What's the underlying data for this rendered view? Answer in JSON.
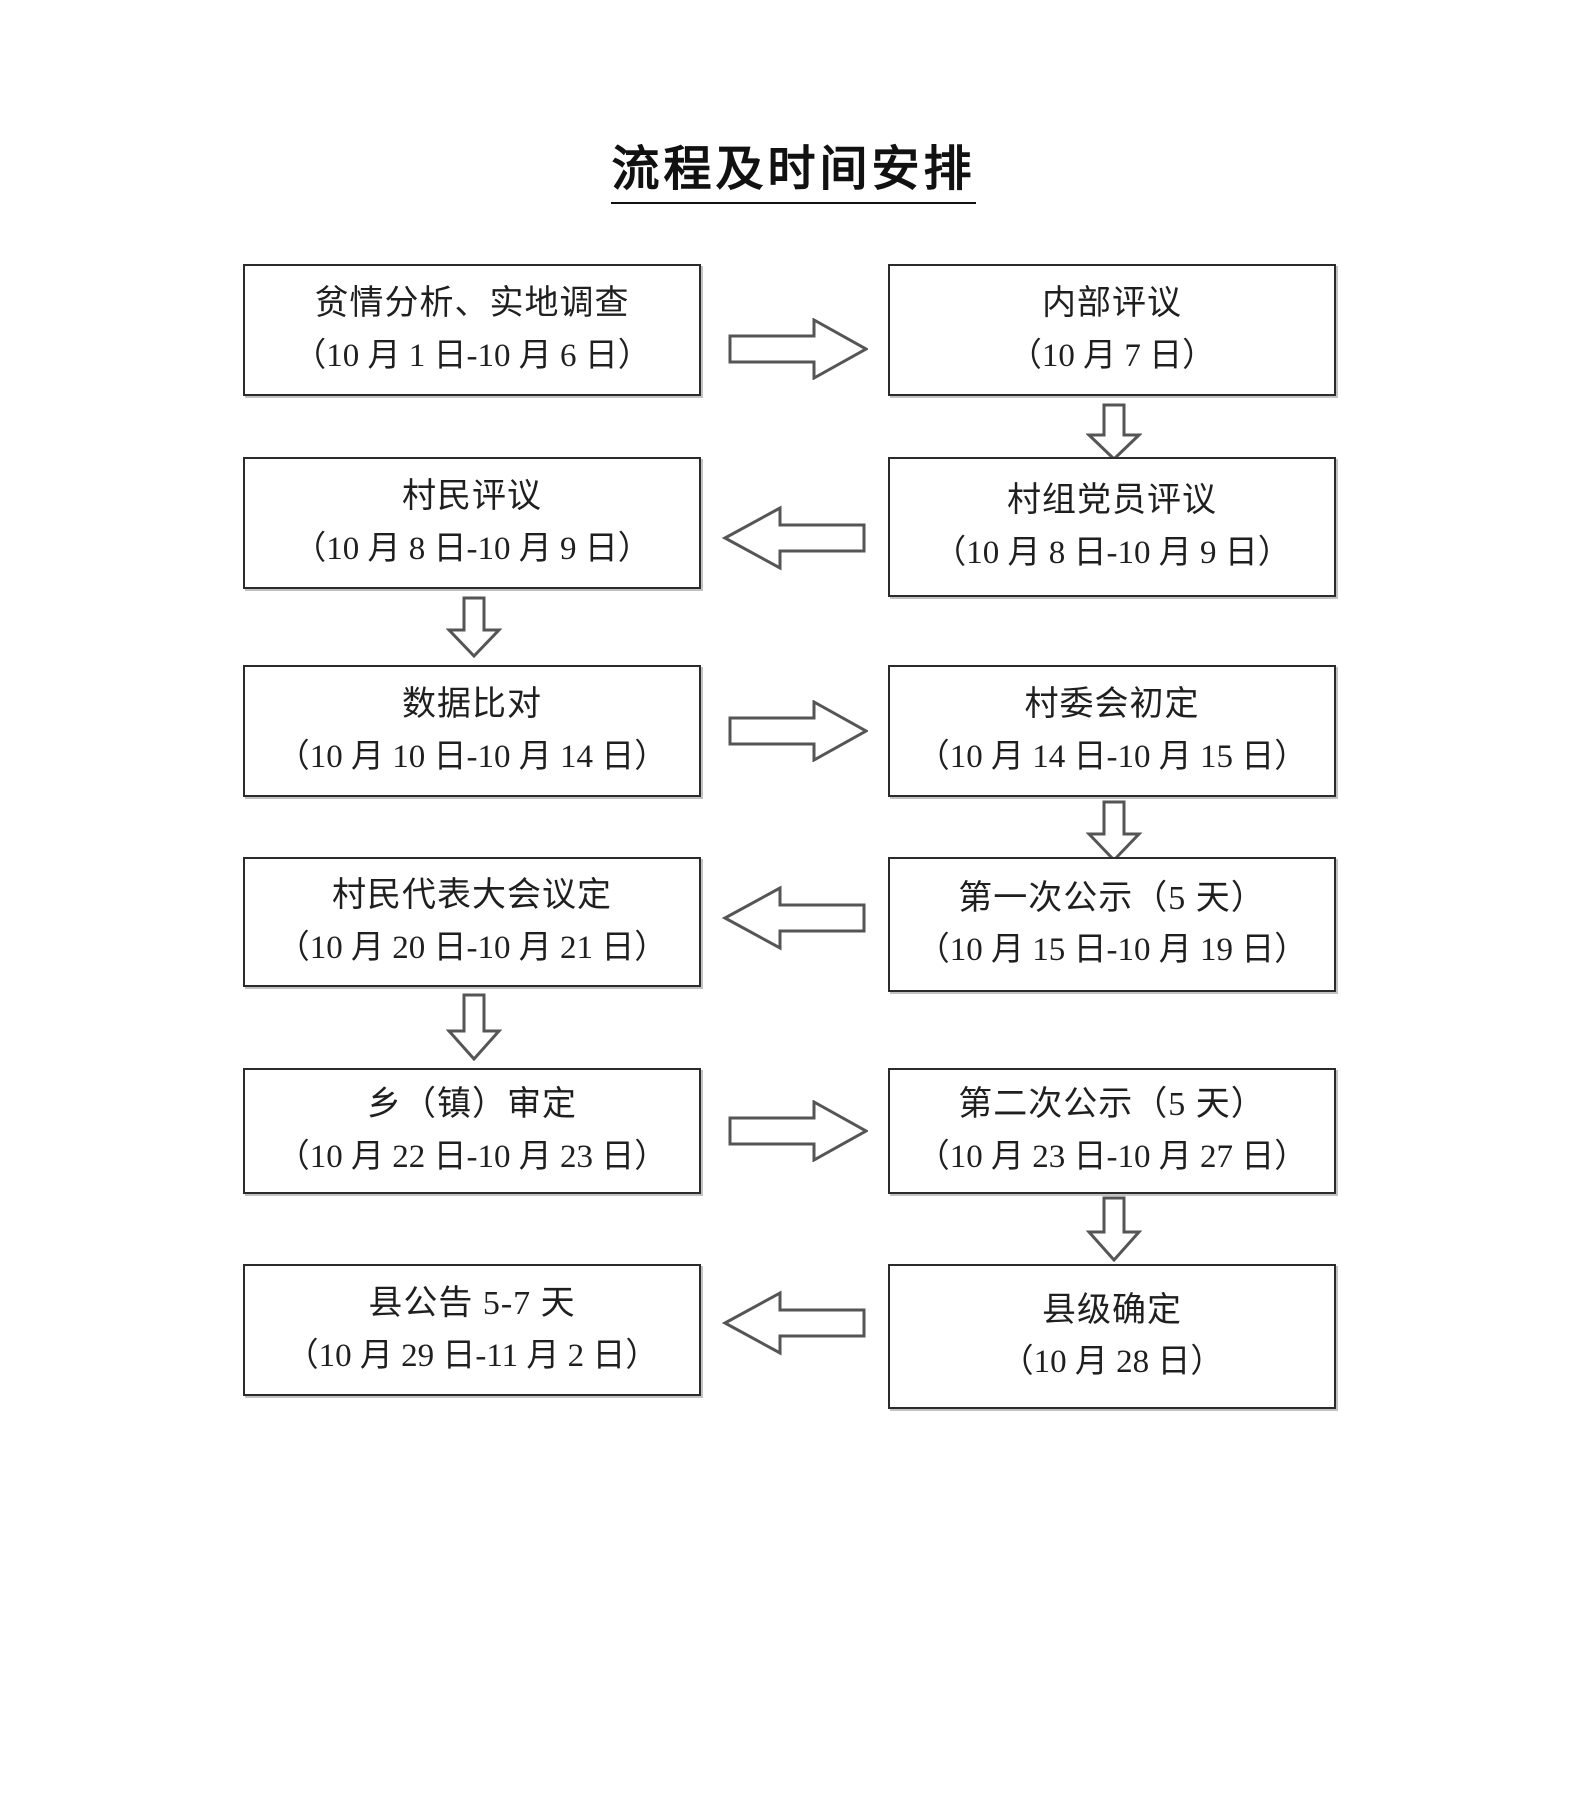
{
  "page": {
    "title": "流程及时间安排",
    "background_color": "#ffffff",
    "box_border_color": "#2b2b2b",
    "arrow_stroke_color": "#555555"
  },
  "flow": {
    "nodes": [
      {
        "id": "node-1",
        "column": "left",
        "row": 1,
        "label": "贫情分析、实地调查",
        "date": "（10 月 1 日-10 月 6 日）"
      },
      {
        "id": "node-2",
        "column": "right",
        "row": 1,
        "label": "内部评议",
        "date": "（10 月 7 日）"
      },
      {
        "id": "node-3",
        "column": "left",
        "row": 2,
        "label": "村民评议",
        "date": "（10 月 8 日-10 月 9 日）"
      },
      {
        "id": "node-4",
        "column": "right",
        "row": 2,
        "label": "村组党员评议",
        "date": "（10 月 8 日-10 月 9 日）"
      },
      {
        "id": "node-5",
        "column": "left",
        "row": 3,
        "label": "数据比对",
        "date": "（10 月 10 日-10 月 14 日）"
      },
      {
        "id": "node-6",
        "column": "right",
        "row": 3,
        "label": "村委会初定",
        "date": "（10 月 14 日-10 月 15 日）"
      },
      {
        "id": "node-7",
        "column": "left",
        "row": 4,
        "label": "村民代表大会议定",
        "date": "（10 月 20 日-10 月 21 日）"
      },
      {
        "id": "node-8",
        "column": "right",
        "row": 4,
        "label": "第一次公示（5 天）",
        "date": "（10 月 15 日-10 月 19 日）"
      },
      {
        "id": "node-9",
        "column": "left",
        "row": 5,
        "label": "乡（镇）审定",
        "date": "（10 月 22 日-10 月 23 日）"
      },
      {
        "id": "node-10",
        "column": "right",
        "row": 5,
        "label": "第二次公示（5 天）",
        "date": "（10 月 23 日-10 月 27 日）"
      },
      {
        "id": "node-11",
        "column": "left",
        "row": 6,
        "label": "县公告 5-7 天",
        "date": "（10 月 29 日-11 月 2 日）"
      },
      {
        "id": "node-12",
        "column": "right",
        "row": 6,
        "label": "县级确定",
        "date": "（10 月 28 日）"
      }
    ],
    "connectors": [
      {
        "id": "arrow-1",
        "from": "node-1",
        "to": "node-2",
        "direction": "right"
      },
      {
        "id": "arrow-2",
        "from": "node-2",
        "to": "node-4",
        "direction": "down"
      },
      {
        "id": "arrow-3",
        "from": "node-4",
        "to": "node-3",
        "direction": "left"
      },
      {
        "id": "arrow-4",
        "from": "node-3",
        "to": "node-5",
        "direction": "down"
      },
      {
        "id": "arrow-5",
        "from": "node-5",
        "to": "node-6",
        "direction": "right"
      },
      {
        "id": "arrow-6",
        "from": "node-6",
        "to": "node-8",
        "direction": "down"
      },
      {
        "id": "arrow-7",
        "from": "node-8",
        "to": "node-7",
        "direction": "left"
      },
      {
        "id": "arrow-8",
        "from": "node-7",
        "to": "node-9",
        "direction": "down"
      },
      {
        "id": "arrow-9",
        "from": "node-9",
        "to": "node-10",
        "direction": "right"
      },
      {
        "id": "arrow-10",
        "from": "node-10",
        "to": "node-12",
        "direction": "down"
      },
      {
        "id": "arrow-11",
        "from": "node-12",
        "to": "node-11",
        "direction": "left"
      }
    ]
  }
}
